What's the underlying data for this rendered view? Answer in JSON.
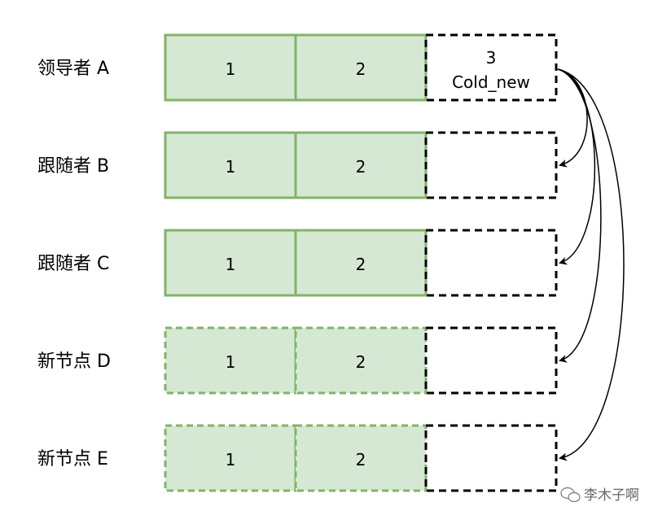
{
  "rows": [
    {
      "label": "领导者 A",
      "cells": [
        "1",
        "2"
      ],
      "status": "solid",
      "pending_index": "3",
      "pending_config": "Cold_new"
    },
    {
      "label": "跟随者 B",
      "cells": [
        "1",
        "2"
      ],
      "status": "solid"
    },
    {
      "label": "跟随者 C",
      "cells": [
        "1",
        "2"
      ],
      "status": "solid"
    },
    {
      "label": "新节点 D",
      "cells": [
        "1",
        "2"
      ],
      "status": "dashed"
    },
    {
      "label": "新节点 E",
      "cells": [
        "1",
        "2"
      ],
      "status": "dashed"
    }
  ],
  "watermark": "李木子啊",
  "colors": {
    "cell_fill": "#d5e8d4",
    "cell_border": "#82b366",
    "dashed_border": "#000000",
    "arrow": "#000000"
  }
}
